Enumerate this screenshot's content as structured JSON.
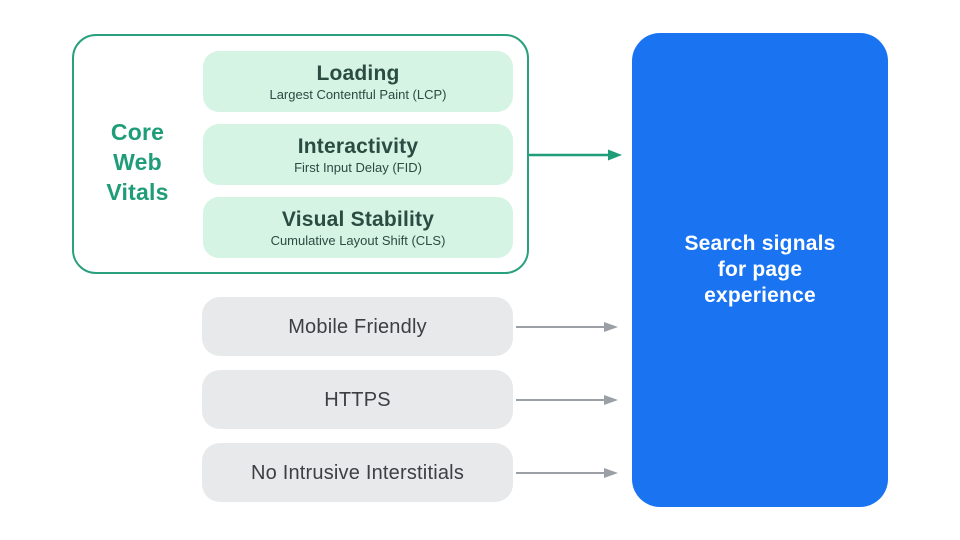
{
  "diagram": {
    "title": "Search signals for page experience diagram",
    "core_web_vitals": {
      "label_lines": [
        "Core",
        "Web",
        "Vitals"
      ],
      "pills": [
        {
          "title": "Loading",
          "subtitle": "Largest Contentful Paint (LCP)"
        },
        {
          "title": "Interactivity",
          "subtitle": "First Input Delay (FID)"
        },
        {
          "title": "Visual Stability",
          "subtitle": "Cumulative Layout Shift (CLS)"
        }
      ]
    },
    "other_signals": [
      "Mobile Friendly",
      "HTTPS",
      "No Intrusive Interstitials"
    ],
    "result": {
      "lines": [
        "Search signals",
        "for page",
        "experience"
      ]
    },
    "colors": {
      "teal": "#1f9d78",
      "teal_border": "#2aa17e",
      "mint_pill": "#d6f4e4",
      "gray_pill": "#e8e9eb",
      "gray_arrow": "#9aa0a6",
      "blue_box": "#1a74f2",
      "dark_text": "#3c4043",
      "green_dark_text": "#2b4c43",
      "background": "#ffffff"
    }
  }
}
